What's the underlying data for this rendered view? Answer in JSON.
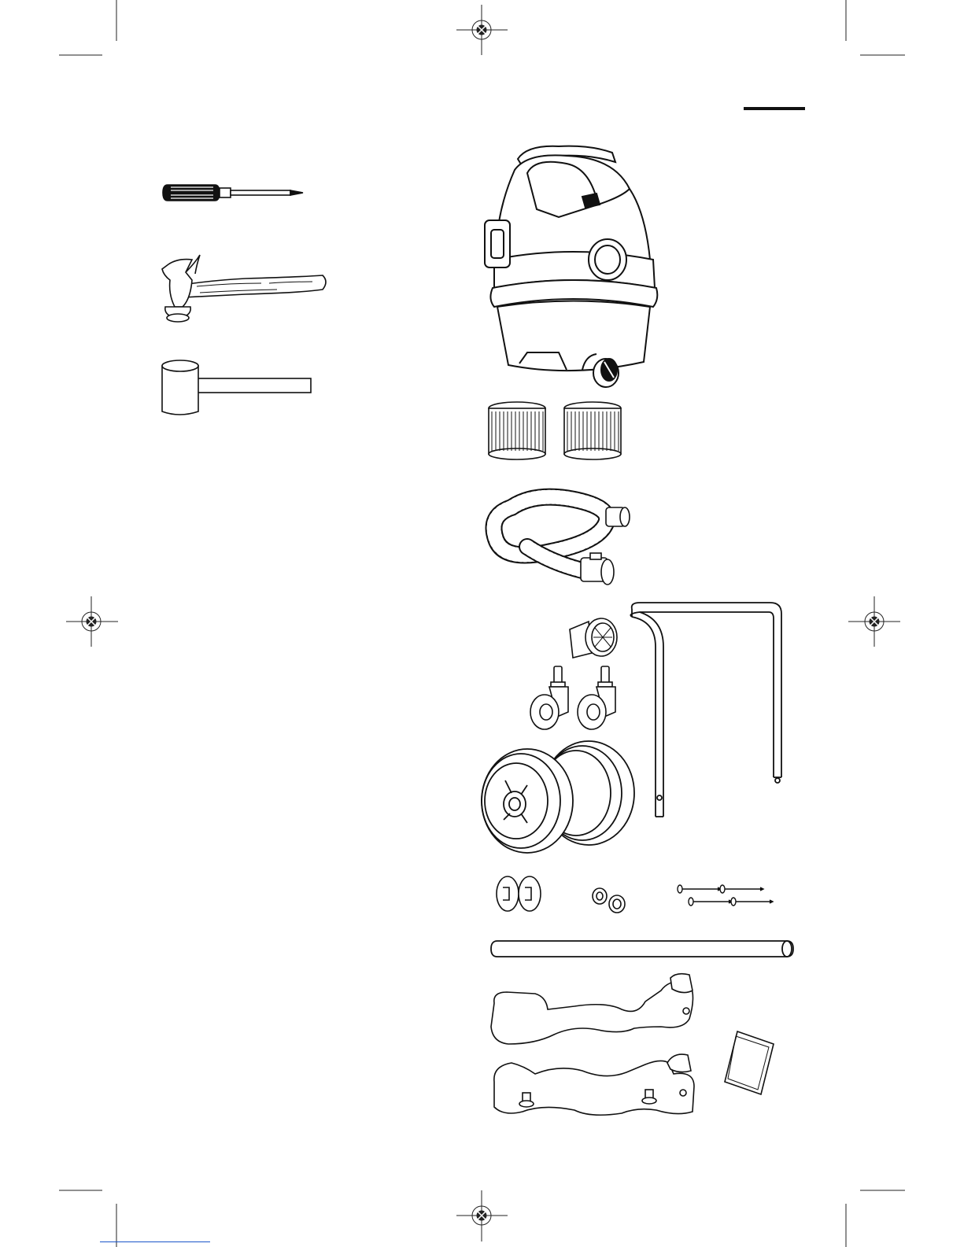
{
  "page": {
    "title": "",
    "text": [],
    "header_rule": true
  },
  "tools": [
    {
      "name": "phillips-screwdriver",
      "icon": "screwdriver-icon"
    },
    {
      "name": "claw-hammer",
      "icon": "hammer-icon"
    },
    {
      "name": "rubber-mallet",
      "icon": "mallet-icon"
    }
  ],
  "parts": [
    {
      "name": "vacuum-tank",
      "icon": "wet-dry-vacuum-icon"
    },
    {
      "name": "cartridge-filters",
      "icon": "cartridge-filter-icon",
      "count": 2
    },
    {
      "name": "vacuum-hose",
      "icon": "hose-icon"
    },
    {
      "name": "drain-cap",
      "icon": "drain-cap-icon"
    },
    {
      "name": "caster-wheels",
      "icon": "caster-icon",
      "count": 2
    },
    {
      "name": "rear-wheels",
      "icon": "wheel-icon",
      "count": 2
    },
    {
      "name": "handle",
      "icon": "handle-icon"
    },
    {
      "name": "hub-caps",
      "icon": "hub-cap-icon",
      "count": 2
    },
    {
      "name": "push-nuts",
      "icon": "push-nut-icon",
      "count": 2
    },
    {
      "name": "screws",
      "icon": "screw-icon",
      "count": 4
    },
    {
      "name": "axle",
      "icon": "axle-icon"
    },
    {
      "name": "base-brackets",
      "icon": "base-bracket-icon",
      "count": 2
    },
    {
      "name": "owners-manual",
      "icon": "manual-icon"
    }
  ],
  "colors": {
    "ink": "#1a1a1a",
    "link": "#1a55c9"
  }
}
